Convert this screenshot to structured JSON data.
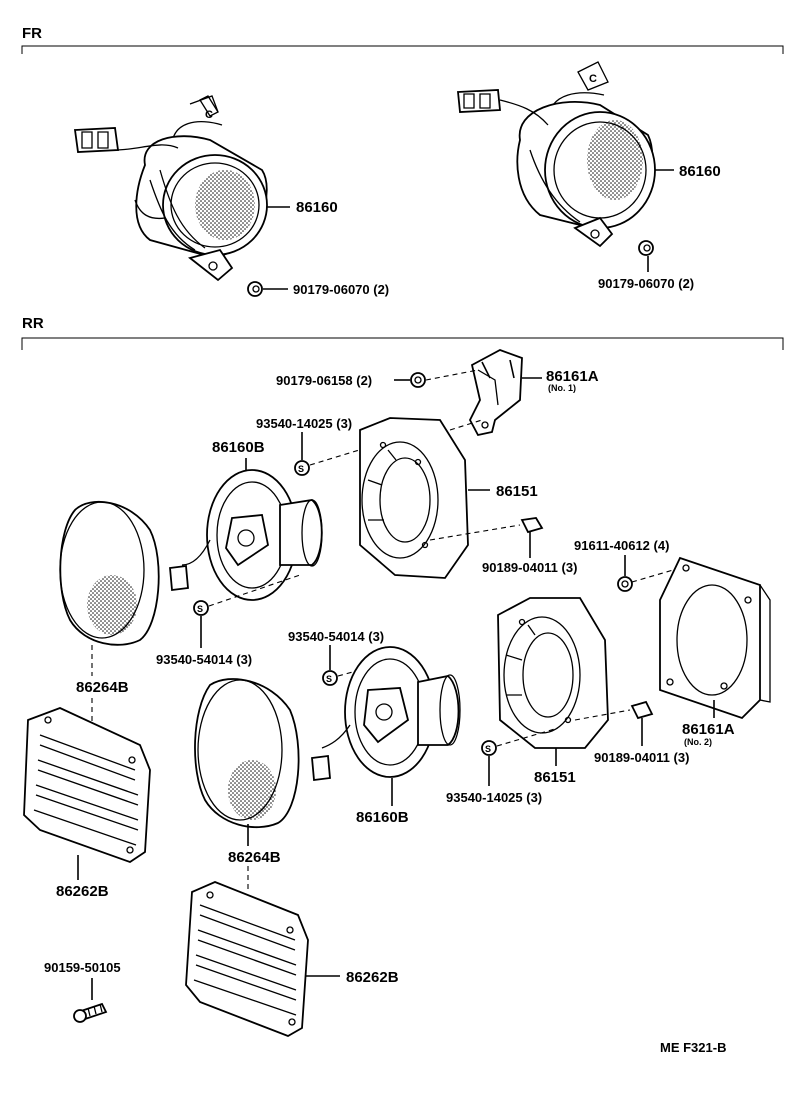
{
  "sections": {
    "front": "FR",
    "rear": "RR"
  },
  "parts": {
    "fr_speaker_left": "86160",
    "fr_speaker_right": "86160",
    "fr_nut_left": "90179-06070 (2)",
    "fr_nut_right": "90179-06070 (2)",
    "rr_bracket_nut": "90179-06158 (2)",
    "rr_bracket_1": "86161A",
    "rr_bracket_1_note": "(No. 1)",
    "rr_screw_a_upper": "93540-14025 (3)",
    "rr_speaker_upper": "86160B",
    "rr_box_upper": "86151",
    "rr_clip_upper": "90189-04011 (3)",
    "rr_nut_4": "91611-40612 (4)",
    "rr_screw_b_upper": "93540-54014 (3)",
    "rr_cover_left": "86264B",
    "rr_screw_b_lower": "93540-54014 (3)",
    "rr_grille_left": "86262B",
    "rr_cover_right": "86264B",
    "rr_speaker_lower": "86160B",
    "rr_box_lower": "86151",
    "rr_screw_a_lower": "93540-14025 (3)",
    "rr_bracket_2": "86161A",
    "rr_bracket_2_note": "(No. 2)",
    "rr_clip_lower": "90189-04011 (3)",
    "rr_grille_right": "86262B",
    "rr_screw_grille": "90159-50105"
  },
  "figure_code": "ME  F321-B"
}
